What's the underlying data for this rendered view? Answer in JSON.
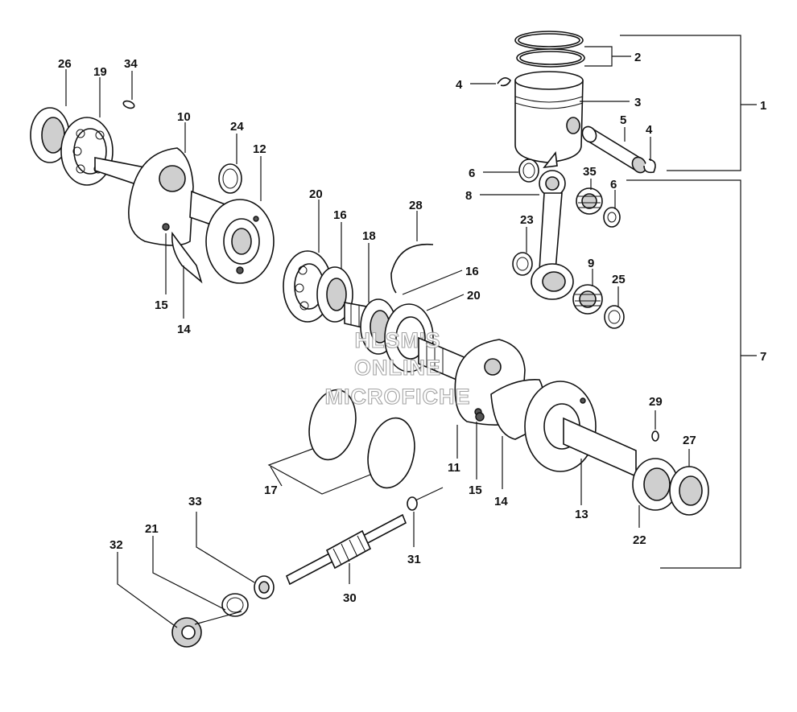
{
  "callouts": [
    {
      "id": "c1",
      "text": "1"
    },
    {
      "id": "c2",
      "text": "2"
    },
    {
      "id": "c3",
      "text": "3"
    },
    {
      "id": "c4a",
      "text": "4"
    },
    {
      "id": "c4b",
      "text": "4"
    },
    {
      "id": "c5",
      "text": "5"
    },
    {
      "id": "c6a",
      "text": "6"
    },
    {
      "id": "c6b",
      "text": "6"
    },
    {
      "id": "c7",
      "text": "7"
    },
    {
      "id": "c8",
      "text": "8"
    },
    {
      "id": "c9",
      "text": "9"
    },
    {
      "id": "c10",
      "text": "10"
    },
    {
      "id": "c11",
      "text": "11"
    },
    {
      "id": "c12",
      "text": "12"
    },
    {
      "id": "c13",
      "text": "13"
    },
    {
      "id": "c14a",
      "text": "14"
    },
    {
      "id": "c14b",
      "text": "14"
    },
    {
      "id": "c15a",
      "text": "15"
    },
    {
      "id": "c15b",
      "text": "15"
    },
    {
      "id": "c16a",
      "text": "16"
    },
    {
      "id": "c16b",
      "text": "16"
    },
    {
      "id": "c17",
      "text": "17"
    },
    {
      "id": "c18",
      "text": "18"
    },
    {
      "id": "c19",
      "text": "19"
    },
    {
      "id": "c20a",
      "text": "20"
    },
    {
      "id": "c20b",
      "text": "20"
    },
    {
      "id": "c21",
      "text": "21"
    },
    {
      "id": "c22",
      "text": "22"
    },
    {
      "id": "c23",
      "text": "23"
    },
    {
      "id": "c24",
      "text": "24"
    },
    {
      "id": "c25",
      "text": "25"
    },
    {
      "id": "c26",
      "text": "26"
    },
    {
      "id": "c27",
      "text": "27"
    },
    {
      "id": "c28",
      "text": "28"
    },
    {
      "id": "c29",
      "text": "29"
    },
    {
      "id": "c30",
      "text": "30"
    },
    {
      "id": "c31",
      "text": "31"
    },
    {
      "id": "c32",
      "text": "32"
    },
    {
      "id": "c33",
      "text": "33"
    },
    {
      "id": "c34",
      "text": "34"
    },
    {
      "id": "c35",
      "text": "35"
    }
  ],
  "watermark": {
    "line1": "HLSM'S",
    "line2": "ONLINE",
    "line3": "MICROFICHE"
  }
}
